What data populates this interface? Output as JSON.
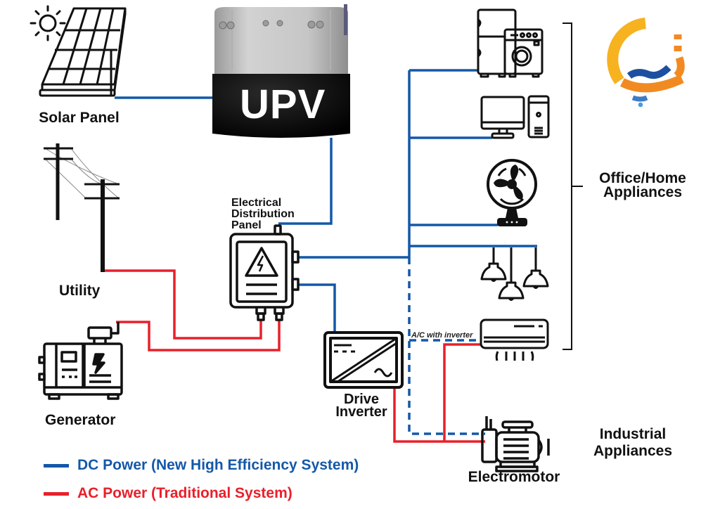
{
  "title": "UPV power distribution diagram",
  "colors": {
    "dc": "#1458a8",
    "ac": "#e8202a",
    "ink": "#111111",
    "logo_yellow": "#f7b21f",
    "logo_orange": "#f28a22",
    "logo_blue": "#1d4fa1"
  },
  "sources": {
    "solar": "Solar Panel",
    "utility": "Utility",
    "generator": "Generator"
  },
  "upv": {
    "label": "UPV"
  },
  "panel": {
    "line1": "Electrical",
    "line2": "Distribution",
    "line3": "Panel"
  },
  "inverter": {
    "line1": "Drive",
    "line2": "Inverter"
  },
  "ac_note": "A/C with inverter",
  "motor": "Electromotor",
  "groups": {
    "office_line1": "Office/Home",
    "office_line2": "Appliances",
    "industrial_line1": "Industrial",
    "industrial_line2": "Appliances"
  },
  "appliances": [
    {
      "icon": "fridge-washer-icon",
      "name": "Refrigerator and washing machine"
    },
    {
      "icon": "computer-icon",
      "name": "Desktop computer"
    },
    {
      "icon": "fan-icon",
      "name": "Electric fan"
    },
    {
      "icon": "pendant-lamps-icon",
      "name": "Pendant lamps"
    },
    {
      "icon": "air-conditioner-icon",
      "name": "Air conditioner"
    }
  ],
  "legend": [
    {
      "key": "dc",
      "label": "DC Power (New High Efficiency System)"
    },
    {
      "key": "ac",
      "label": "AC Power (Traditional System)"
    }
  ]
}
